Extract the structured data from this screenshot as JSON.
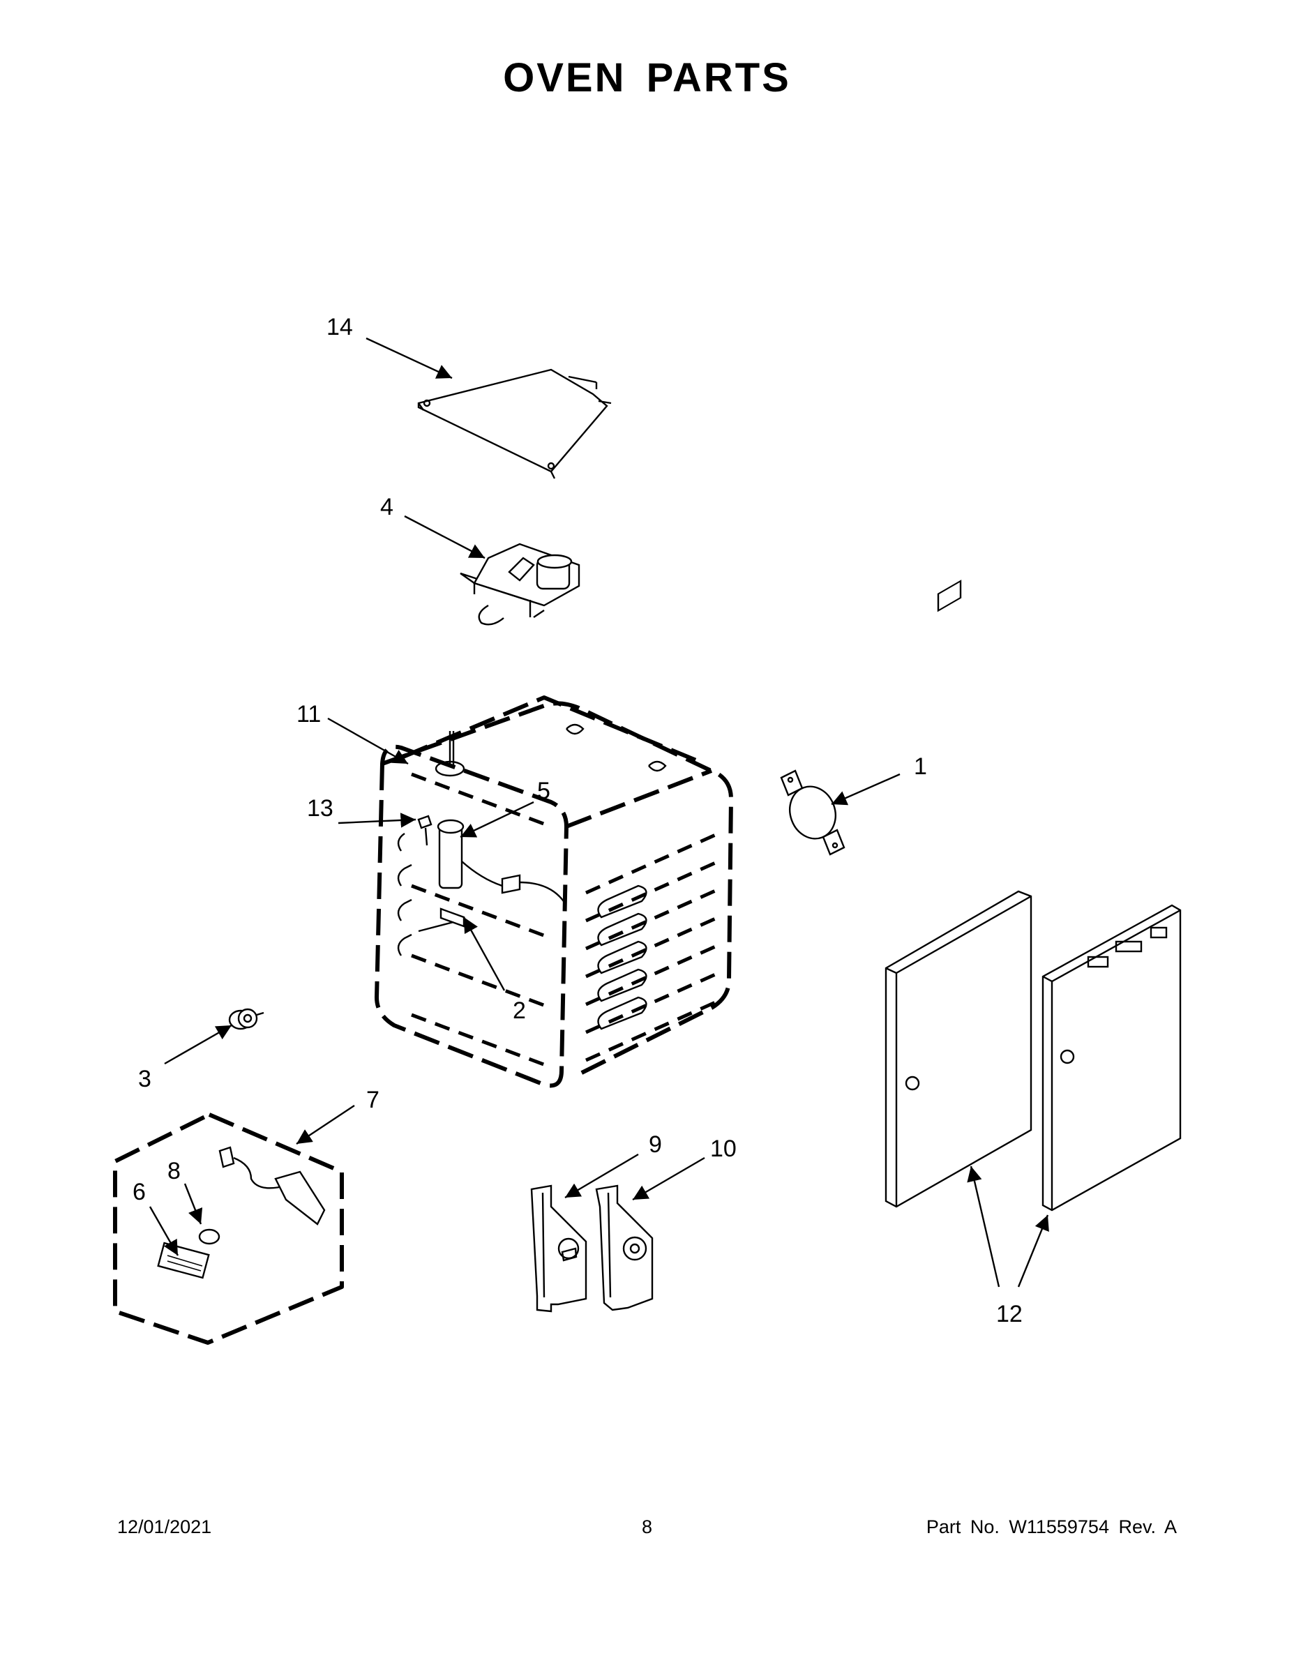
{
  "title": "OVEN PARTS",
  "callouts": {
    "c1": "1",
    "c2": "2",
    "c3": "3",
    "c4": "4",
    "c5": "5",
    "c6": "6",
    "c7": "7",
    "c8": "8",
    "c9": "9",
    "c10": "10",
    "c11": "11",
    "c12": "12",
    "c13": "13",
    "c14": "14"
  },
  "footer": {
    "date": "12/01/2021",
    "page": "8",
    "part_number": "Part No.  W11559754  Rev.  A"
  }
}
